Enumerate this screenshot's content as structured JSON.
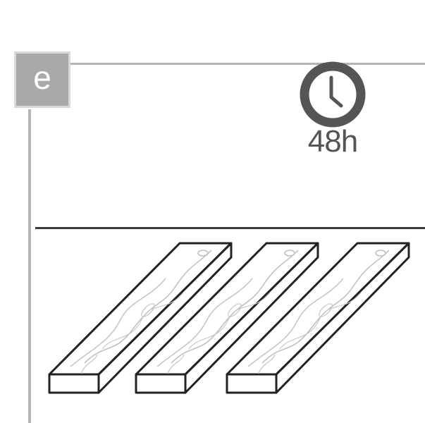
{
  "step_badge": {
    "letter": "e",
    "background": "#a9a9a9",
    "border": "#d8d8d8"
  },
  "timer": {
    "icon": "clock-icon",
    "duration": "48h",
    "color": "#555555"
  },
  "illustration": {
    "icon": "wood-plank-icon",
    "plank_count": 3
  },
  "colors": {
    "frame_line": "#b5b5b5",
    "divider": "#3a3a3a"
  }
}
